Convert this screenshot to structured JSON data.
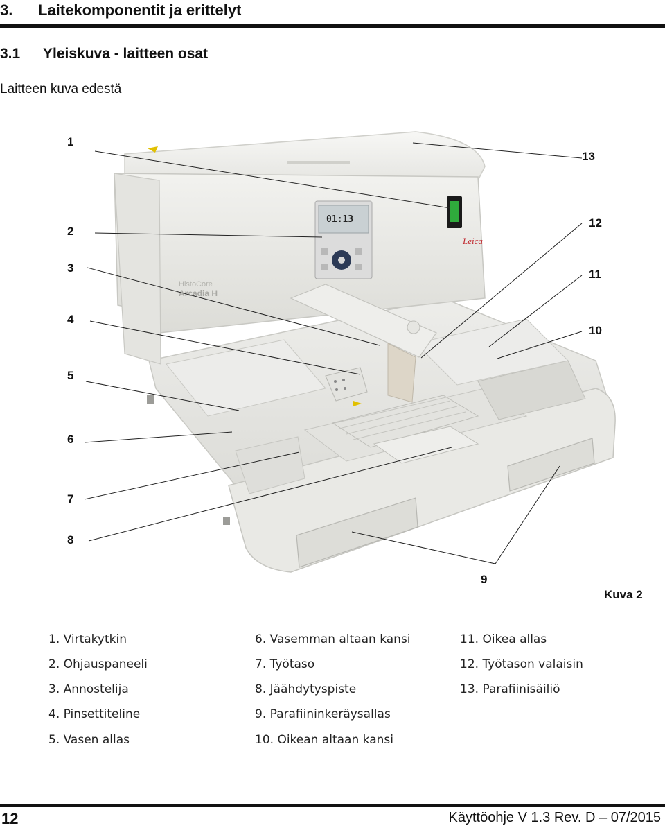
{
  "header": {
    "section_number": "3.",
    "section_title": "Laitekomponentit ja erittelyt",
    "subsection_number": "3.1",
    "subsection_title": "Yleiskuva - laitteen osat",
    "view_title": "Laitteen kuva edestä"
  },
  "figure": {
    "device_brand": "Leica",
    "device_model_line1": "HistoCore",
    "device_model_line2": "Arcadia H",
    "display_time": "01:13",
    "callouts": [
      "1",
      "2",
      "3",
      "4",
      "5",
      "6",
      "7",
      "8",
      "9",
      "10",
      "11",
      "12",
      "13"
    ],
    "caption": "Kuva 2"
  },
  "legend": {
    "col1": [
      "1. Virtakytkin",
      "2. Ohjauspaneeli",
      "3. Annostelija",
      "4. Pinsettiteline",
      "5. Vasen allas"
    ],
    "col2": [
      "6. Vasemman altaan kansi",
      "7. Työtaso",
      "8. Jäähdytyspiste",
      "9. Parafiininkeräysallas",
      "10. Oikean altaan kansi"
    ],
    "col3": [
      "11. Oikea allas",
      "12. Työtason valaisin",
      "13. Parafiinisäiliö"
    ]
  },
  "footer": {
    "page_number": "12",
    "doc_info": "Käyttöohje V 1.3 Rev. D – 07/2015"
  }
}
